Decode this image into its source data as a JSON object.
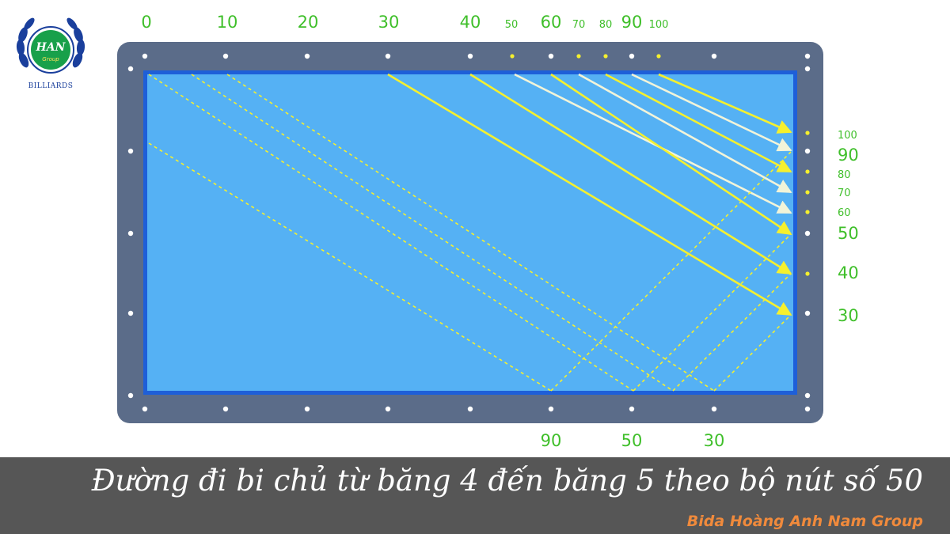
{
  "logo": {
    "emblem_text": "HAN",
    "group_text": "Group",
    "caption": "BILLIARDS"
  },
  "top_labels": [
    "0",
    "10",
    "20",
    "30",
    "40",
    "50",
    "60",
    "70",
    "80",
    "90",
    "100"
  ],
  "right_labels": [
    "100",
    "90",
    "80",
    "70",
    "60",
    "50",
    "40",
    "30"
  ],
  "bottom_labels": [
    "90",
    "50",
    "30"
  ],
  "caption": "Đường đi bi chủ từ băng 4 đến băng 5 theo bộ nút số 50",
  "brand": "Bida Hoàng Anh Nam Group",
  "colors": {
    "frame": "#5b6c89",
    "cloth": "#55b1f4",
    "cushion": "#1e5fd8",
    "path_yellow": "#f5f02e",
    "path_white": "#f2f4d8",
    "label_green": "#3fbf2a",
    "footer_bg": "#565656",
    "brand_orange": "#f08a3c"
  }
}
